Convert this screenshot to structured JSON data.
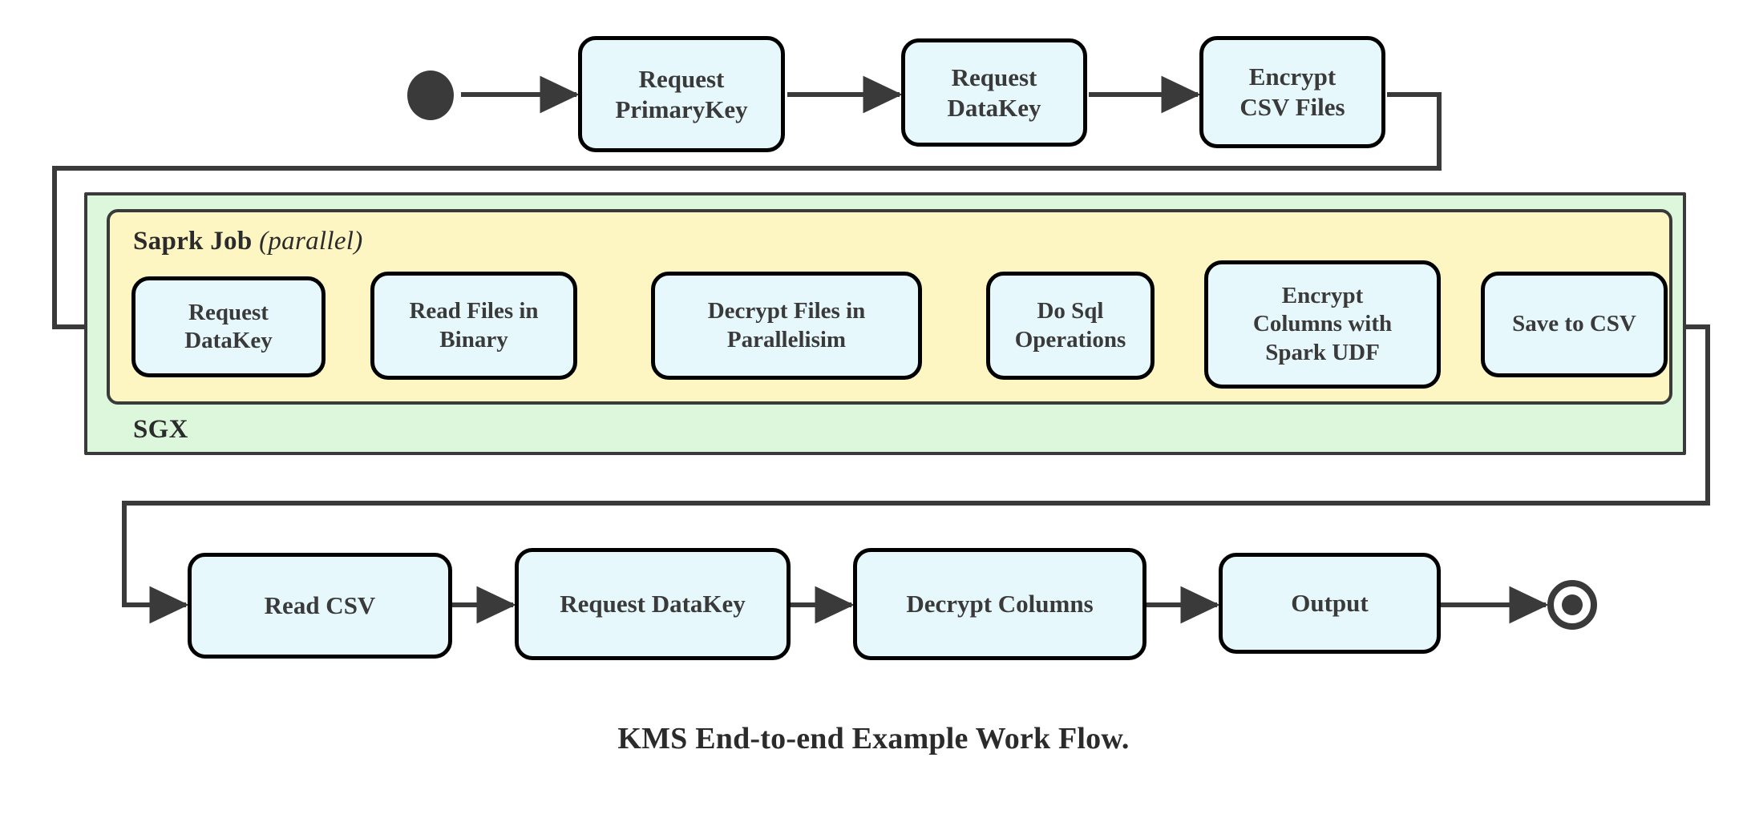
{
  "diagram": {
    "caption": "KMS End-to-end Example Work Flow.",
    "colors": {
      "node_fill": "#e6f8fc",
      "node_stroke": "#000000",
      "sgx_fill": "#ddf7dd",
      "spark_fill": "#fdf5c2",
      "group_stroke": "#3a3a3a",
      "connector": "#3a3a3a",
      "text": "#3a3a3a"
    },
    "start_node": {
      "name": "start"
    },
    "end_node": {
      "name": "end"
    },
    "groups": [
      {
        "id": "sgx",
        "label": "SGX",
        "sub": ""
      },
      {
        "id": "spark",
        "label": "Saprk Job",
        "sub": "(parallel)"
      }
    ],
    "rows": {
      "top": [
        {
          "id": "request-primarykey",
          "label": "Request\nPrimaryKey"
        },
        {
          "id": "request-datakey-top",
          "label": "Request\nDataKey"
        },
        {
          "id": "encrypt-csv-files",
          "label": "Encrypt\nCSV Files"
        }
      ],
      "spark": [
        {
          "id": "request-datakey-spark",
          "label": "Request\nDataKey"
        },
        {
          "id": "read-files-in-binary",
          "label": "Read Files in\nBinary"
        },
        {
          "id": "decrypt-files-in-parallelisim",
          "label": "Decrypt Files in\nParallelisim"
        },
        {
          "id": "do-sql-operations",
          "label": "Do Sql\nOperations"
        },
        {
          "id": "encrypt-columns-with-spark-udf",
          "label": "Encrypt\nColumns with\nSpark UDF"
        },
        {
          "id": "save-to-csv",
          "label": "Save to CSV"
        }
      ],
      "bottom": [
        {
          "id": "read-csv",
          "label": "Read CSV"
        },
        {
          "id": "request-datakey-bottom",
          "label": "Request DataKey"
        },
        {
          "id": "decrypt-columns",
          "label": "Decrypt Columns"
        },
        {
          "id": "output",
          "label": "Output"
        }
      ]
    }
  },
  "chart_data": {
    "type": "diagram",
    "title": "KMS End-to-end Example Work Flow.",
    "nodes": [
      "start",
      "Request PrimaryKey",
      "Request DataKey",
      "Encrypt CSV Files",
      "Request DataKey",
      "Read Files in Binary",
      "Decrypt Files in Parallelisim",
      "Do Sql Operations",
      "Encrypt Columns with Spark UDF",
      "Save to CSV",
      "Read CSV",
      "Request DataKey",
      "Decrypt Columns",
      "Output",
      "end"
    ],
    "edges": [
      [
        "start",
        "Request PrimaryKey"
      ],
      [
        "Request PrimaryKey",
        "Request DataKey"
      ],
      [
        "Request DataKey",
        "Encrypt CSV Files"
      ],
      [
        "Encrypt CSV Files",
        "Request DataKey (Spark)"
      ],
      [
        "Request DataKey (Spark)",
        "Read Files in Binary"
      ],
      [
        "Read Files in Binary",
        "Decrypt Files in Parallelisim"
      ],
      [
        "Decrypt Files in Parallelisim",
        "Do Sql Operations"
      ],
      [
        "Do Sql Operations",
        "Encrypt Columns with Spark UDF"
      ],
      [
        "Encrypt Columns with Spark UDF",
        "Save to CSV"
      ],
      [
        "Save to CSV",
        "Read CSV"
      ],
      [
        "Read CSV",
        "Request DataKey (bottom)"
      ],
      [
        "Request DataKey (bottom)",
        "Decrypt Columns"
      ],
      [
        "Decrypt Columns",
        "Output"
      ],
      [
        "Output",
        "end"
      ]
    ],
    "containers": [
      {
        "label": "SGX",
        "contains": [
          "Saprk Job (parallel)"
        ]
      },
      {
        "label": "Saprk Job (parallel)",
        "contains": [
          "Request DataKey",
          "Read Files in Binary",
          "Decrypt Files in Parallelisim",
          "Do Sql Operations",
          "Encrypt Columns with Spark UDF",
          "Save to CSV"
        ]
      }
    ]
  }
}
